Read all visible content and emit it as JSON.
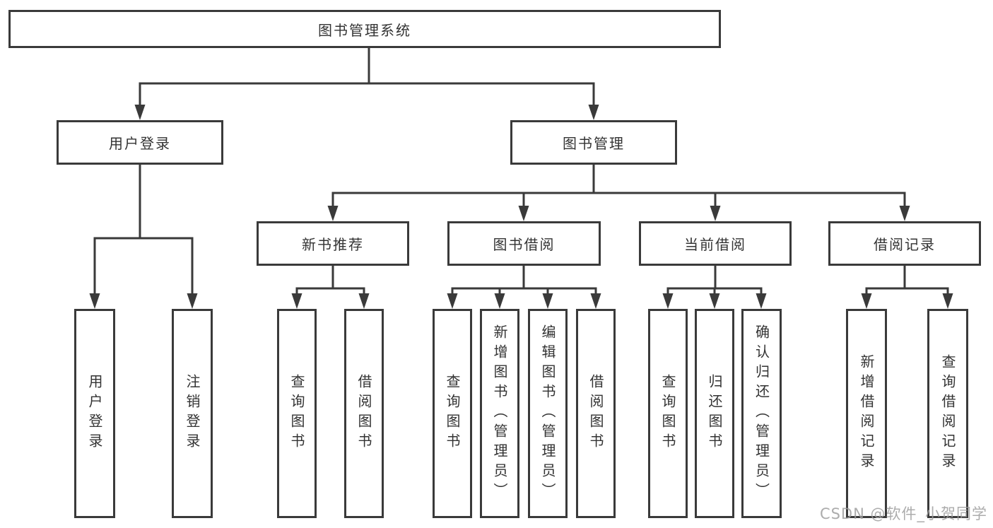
{
  "tree": {
    "label": "图书管理系统",
    "children": [
      {
        "label": "用户登录",
        "children": [
          {
            "label": "用户登录"
          },
          {
            "label": "注销登录"
          }
        ]
      },
      {
        "label": "图书管理",
        "children": [
          {
            "label": "新书推荐",
            "children": [
              {
                "label": "查询图书"
              },
              {
                "label": "借阅图书"
              }
            ]
          },
          {
            "label": "图书借阅",
            "children": [
              {
                "label": "查询图书"
              },
              {
                "label": "新增图书（管理员）"
              },
              {
                "label": "编辑图书（管理员）"
              },
              {
                "label": "借阅图书"
              }
            ]
          },
          {
            "label": "当前借阅",
            "children": [
              {
                "label": "查询图书"
              },
              {
                "label": "归还图书"
              },
              {
                "label": "确认归还（管理员）"
              }
            ]
          },
          {
            "label": "借阅记录",
            "children": [
              {
                "label": "新增借阅记录"
              },
              {
                "label": "查询借阅记录"
              }
            ]
          }
        ]
      }
    ]
  },
  "colors": {
    "line": "#3a3a3a",
    "box_border": "#3a3a3a",
    "text": "#333333",
    "watermark": "#9e9e9e"
  },
  "watermark": {
    "text": "CSDN @软件_小贺同学"
  }
}
